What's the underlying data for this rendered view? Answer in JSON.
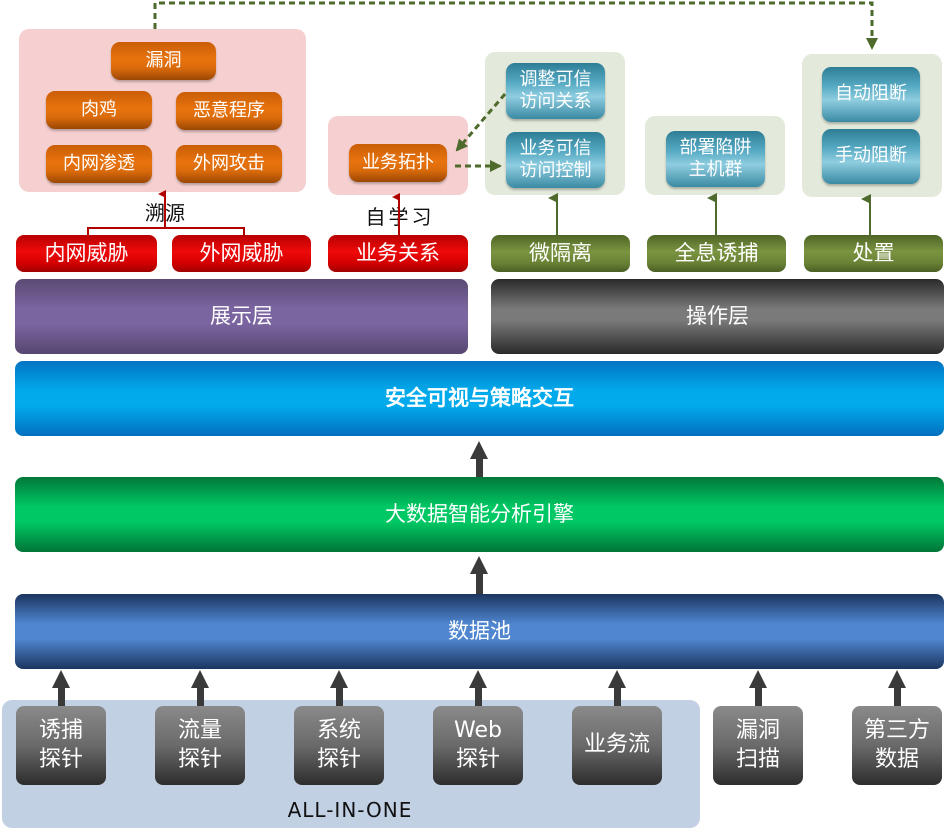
{
  "top_left_panel": {
    "items": [
      "漏洞",
      "肉鸡",
      "恶意程序",
      "内网渗透",
      "外网攻击"
    ]
  },
  "trace_label": "溯源",
  "topology_panel": {
    "item": "业务拓扑"
  },
  "self_learn_label": "自学习",
  "micro_iso_panel": {
    "items": [
      "调整可信\n访问关系",
      "业务可信\n访问控制"
    ]
  },
  "honeypot_panel": {
    "item": "部署陷阱\n主机群"
  },
  "disposal_panel": {
    "items": [
      "自动阻断",
      "手动阻断"
    ]
  },
  "threat_row": {
    "red": [
      "内网威胁",
      "外网威胁",
      "业务关系"
    ],
    "olive": [
      "微隔离",
      "全息诱捕",
      "处置"
    ]
  },
  "layers": {
    "display": "展示层",
    "operation": "操作层",
    "visual": "安全可视与策略交互",
    "engine": "大数据智能分析引擎",
    "pool": "数据池"
  },
  "sources": {
    "all_in_one": [
      "诱捕\n探针",
      "流量\n探针",
      "系统\n探针",
      "Web\n探针",
      "业务流"
    ],
    "external": [
      "漏洞\n扫描",
      "第三方\n数据"
    ],
    "group_label": "ALL-IN-ONE"
  },
  "colors": {
    "orange": "#e8730e",
    "red": "#ee0a0a",
    "olive": "#7a9440",
    "purple": "#7b65a0",
    "blue": "#02aaeb",
    "green": "#00c864",
    "navy": "#4f86cf",
    "dashed": "#4e6a2c"
  }
}
